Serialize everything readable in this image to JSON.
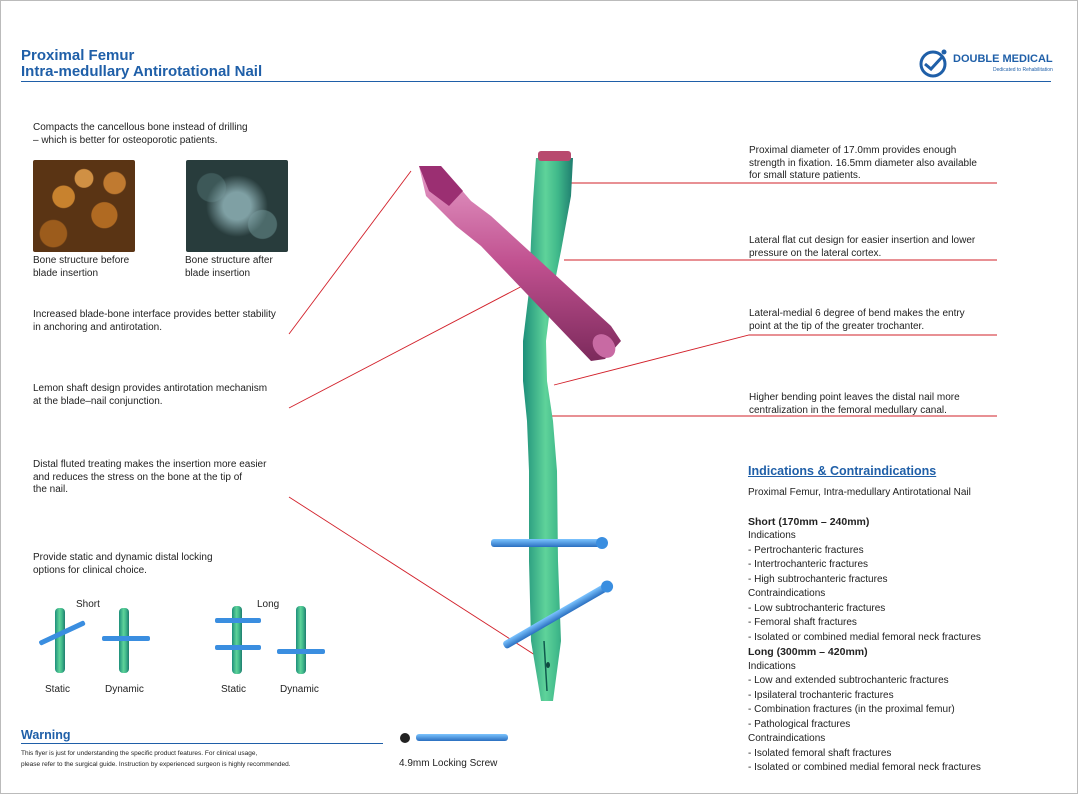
{
  "header": {
    "title_line1": "Proximal Femur",
    "title_line2": "Intra-medullary Antirotational Nail",
    "logo_name": "DOUBLE MEDICAL",
    "logo_tagline": "Dedicated to Rehabilitation"
  },
  "left": {
    "compacts_l1": "Compacts the cancellous bone instead of drilling",
    "compacts_l2": "– which is better for osteoporotic patients.",
    "before_l1": "Bone structure before",
    "before_l2": "blade insertion",
    "after_l1": "Bone structure after",
    "after_l2": "blade insertion",
    "blade_l1": "Increased blade-bone interface provides better stability",
    "blade_l2": "in anchoring and antirotation.",
    "lemon_l1": "Lemon shaft design provides antirotation mechanism",
    "lemon_l2": "at the blade–nail conjunction.",
    "distal_l1": "Distal fluted treating makes the insertion more easier",
    "distal_l2": "and reduces the stress on the bone at the tip of",
    "distal_l3": "the nail.",
    "locking_l1": "Provide static and dynamic distal locking",
    "locking_l2": "options for clinical choice.",
    "short_label": "Short",
    "long_label": "Long",
    "static_1": "Static",
    "dynamic_1": "Dynamic",
    "static_2": "Static",
    "dynamic_2": "Dynamic"
  },
  "right": {
    "prox_l1": "Proximal diameter of 17.0mm provides enough",
    "prox_l2": "strength in fixation. 16.5mm diameter also available",
    "prox_l3": "for small stature patients.",
    "flat_l1": "Lateral flat cut design for easier insertion and lower",
    "flat_l2": "pressure on the lateral cortex.",
    "bend_l1": "Lateral-medial 6 degree of bend makes the entry",
    "bend_l2": "point at the tip of the greater trochanter.",
    "higher_l1": "Higher bending point leaves the distal nail more",
    "higher_l2": "centralization in the femoral medullary canal."
  },
  "indications": {
    "heading": "Indications & Contraindications",
    "product": "Proximal Femur, Intra-medullary Antirotational Nail",
    "short_head": "Short (170mm – 240mm)",
    "short_ind_label": "Indications",
    "short_ind": [
      "- Pertrochanteric fractures",
      "- Intertrochanteric fractures",
      "- High subtrochanteric fractures"
    ],
    "short_contra_label": "Contraindications",
    "short_contra": [
      "- Low subtrochanteric fractures",
      "- Femoral shaft fractures",
      "- Isolated or combined medial femoral neck fractures"
    ],
    "long_head": "Long (300mm – 420mm)",
    "long_ind_label": "Indications",
    "long_ind": [
      "- Low and extended subtrochanteric fractures",
      "- Ipsilateral trochanteric fractures",
      "- Combination fractures (in the proximal femur)",
      "- Pathological fractures"
    ],
    "long_contra_label": "Contraindications",
    "long_contra": [
      "- Isolated femoral shaft fractures",
      "- Isolated or combined medial femoral neck fractures"
    ]
  },
  "warning": {
    "heading": "Warning",
    "line1": "This flyer is just for understanding the specific product features. For clinical usage,",
    "line2": "please refer to the surgical guide. Instruction by experienced surgeon is highly recommended."
  },
  "screw_caption": "4.9mm Locking Screw",
  "colors": {
    "brand_blue": "#1f5fa8",
    "leader_red": "#d2202a",
    "nail_green": "#3fb88a",
    "blade_pink": "#c0508f",
    "screw_blue": "#3a8ee0"
  }
}
